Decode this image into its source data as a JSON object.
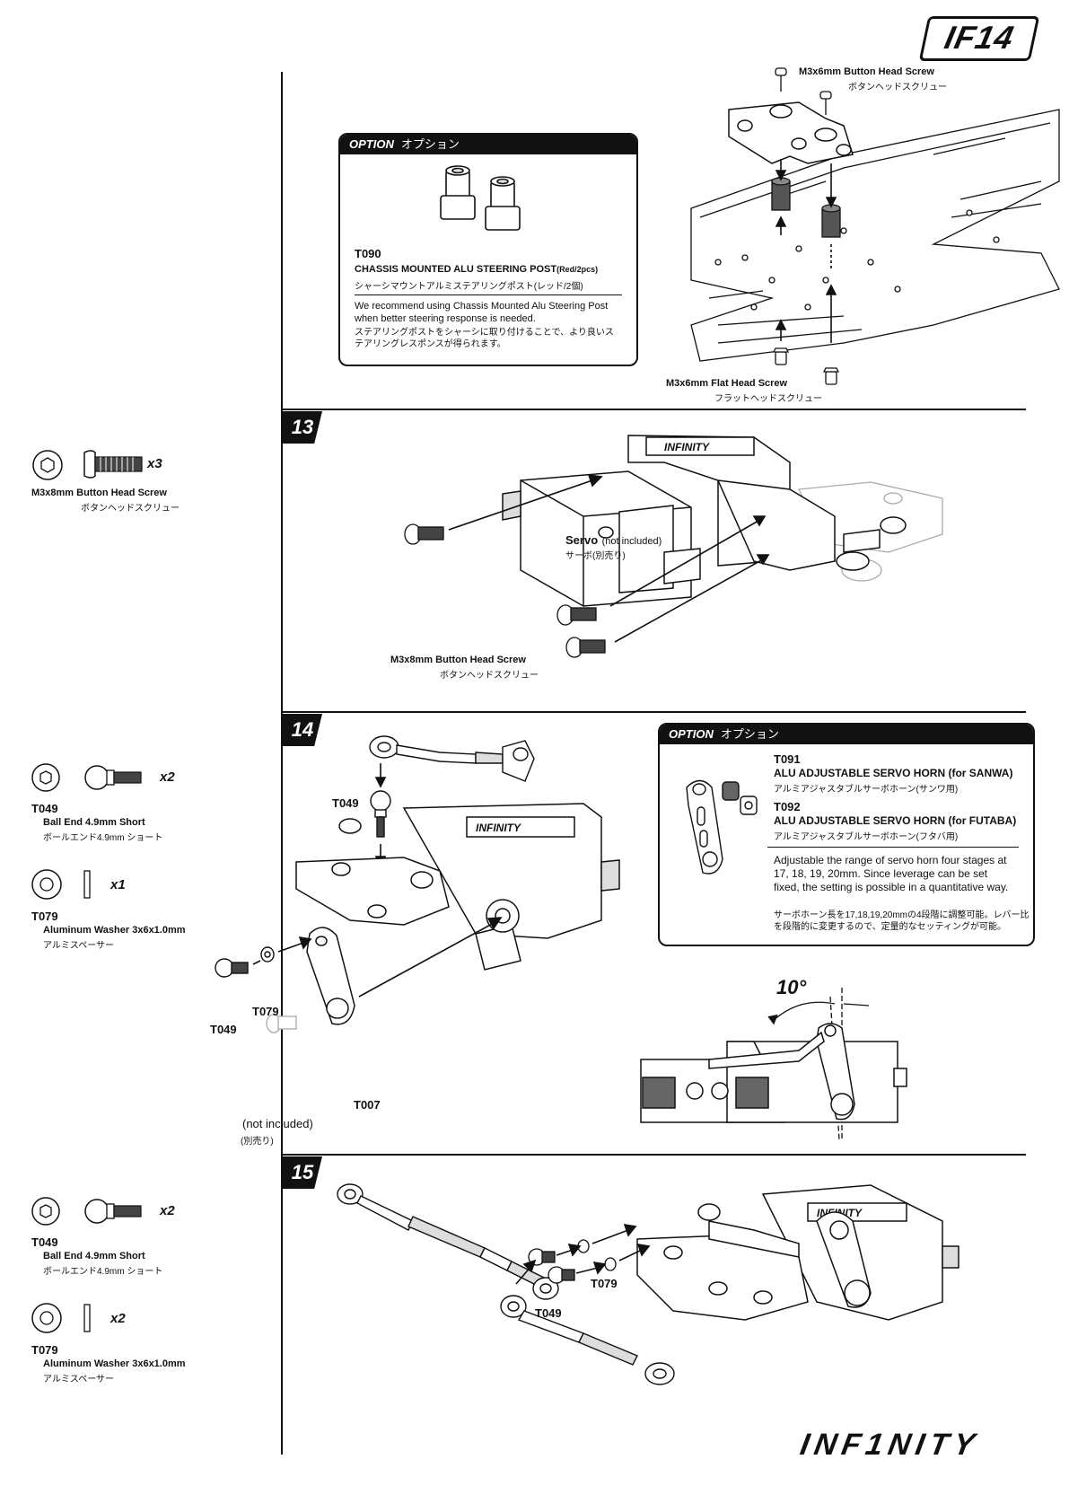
{
  "header": {
    "model_logo": "IF14"
  },
  "footer": {
    "brand_logo": "INF1NITY"
  },
  "top_section": {
    "screw_top_label": "M3x6mm Button Head Screw",
    "screw_top_jp": "ボタンヘッドスクリュー",
    "screw_bottom_label": "M3x6mm Flat Head Screw",
    "screw_bottom_jp": "フラットヘッドスクリュー",
    "option": {
      "heading": "OPTION",
      "heading_jp": "オプション",
      "code": "T090",
      "name": "CHASSIS MOUNTED ALU STEERING POST",
      "name_suffix": "(Red/2pcs)",
      "name_jp": "シャーシマウントアルミステアリングポスト(レッド/2個)",
      "desc": "We recommend using Chassis Mounted Alu Steering Post when better steering response is needed.",
      "desc_jp": "ステアリングポストをシャーシに取り付けることで、より良いステアリングレスポンスが得られます。"
    }
  },
  "step13": {
    "number": "13",
    "parts": [
      {
        "label": "M3x8mm Button Head Screw",
        "jp": "ボタンヘッドスクリュー",
        "qty": "x3"
      }
    ],
    "servo_label": "Servo",
    "servo_note": "(not included)",
    "servo_jp": "サーボ(別売り)",
    "screw_label": "M3x8mm Button Head Screw",
    "screw_jp": "ボタンヘッドスクリュー"
  },
  "step14": {
    "number": "14",
    "parts": [
      {
        "code": "T049",
        "label": "Ball End 4.9mm Short",
        "jp": "ボールエンド4.9mm ショート",
        "qty": "x2"
      },
      {
        "code": "T079",
        "label": "Aluminum Washer 3x6x1.0mm",
        "jp": "アルミスペーサー",
        "qty": "x1"
      }
    ],
    "callouts": {
      "ball_end": "T049",
      "washer": "T079",
      "ball_end_2": "T049",
      "horn": "T007"
    },
    "not_included": "(not included)",
    "not_included_jp": "(別売り)",
    "angle": "10°",
    "option": {
      "heading": "OPTION",
      "heading_jp": "オプション",
      "code1": "T091",
      "name1": "ALU ADJUSTABLE SERVO HORN (for SANWA)",
      "name1_jp": "アルミアジャスタブルサーボホーン(サンワ用)",
      "code2": "T092",
      "name2": "ALU ADJUSTABLE SERVO HORN (for FUTABA)",
      "name2_jp": "アルミアジャスタブルサーボホーン(フタバ用)",
      "desc": "Adjustable the range of servo horn four stages at 17, 18, 19, 20mm. Since leverage can be set fixed, the setting is possible in a quantitative way.",
      "desc_jp": "サーボホーン長を17,18,19,20mmの4段階に調整可能。レバー比を段階的に変更するので、定量的なセッティングが可能。"
    }
  },
  "step15": {
    "number": "15",
    "parts": [
      {
        "code": "T049",
        "label": "Ball End 4.9mm Short",
        "jp": "ボールエンド4.9mm ショート",
        "qty": "x2"
      },
      {
        "code": "T079",
        "label": "Aluminum Washer 3x6x1.0mm",
        "jp": "アルミスペーサー",
        "qty": "x2"
      }
    ],
    "callouts": {
      "washer": "T079",
      "ball_end": "T049"
    }
  }
}
